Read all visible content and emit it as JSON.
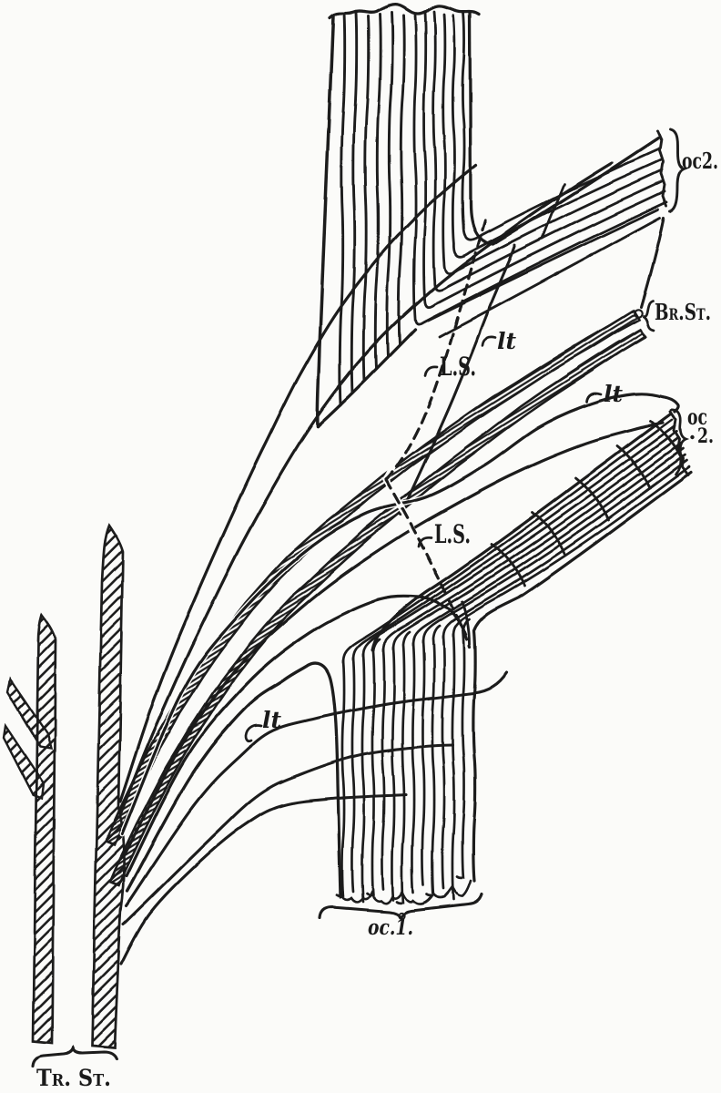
{
  "figure": {
    "kind": "botanical-line-diagram",
    "background_color": "#fbfbf9",
    "ink_color": "#1a1a1a",
    "labels": {
      "oc2_top": "oc2.",
      "br_st": "Br.St.",
      "lt_upper": "lt",
      "ls_upper": "L.S.",
      "lt_middle": "lt",
      "oc_right_line1": "oc",
      "oc_right_line2": "2.",
      "ls_middle": "L.S.",
      "lt_lower": "lt",
      "oc1_bottom": "oc.1.",
      "tr_st_bottom": "Tr. St."
    }
  }
}
